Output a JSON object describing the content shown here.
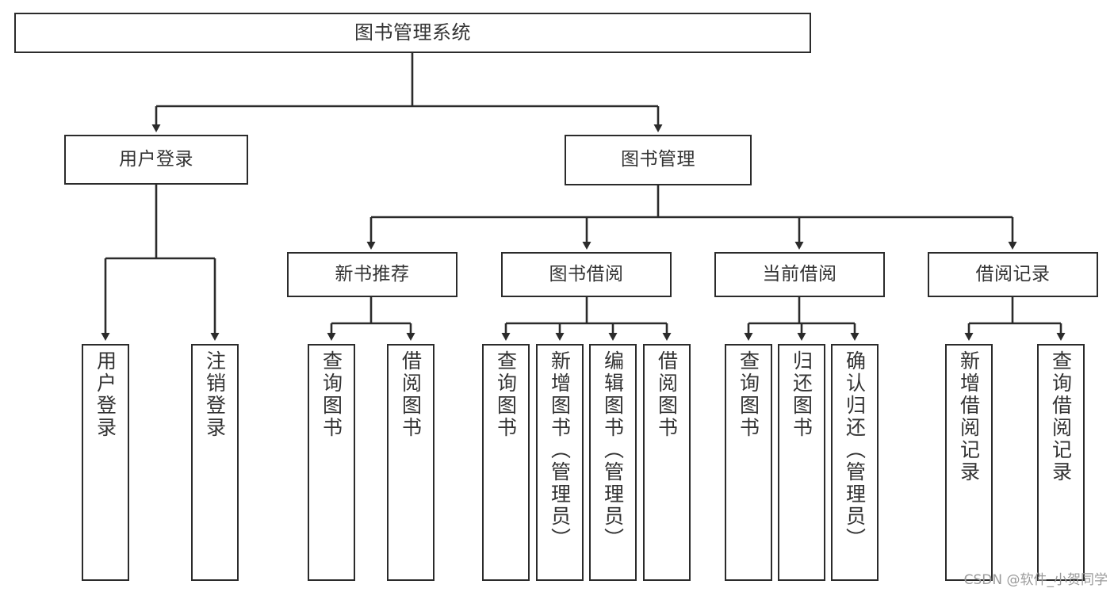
{
  "diagram": {
    "title": "图书管理系统",
    "type": "tree-hierarchy-function-structure",
    "stroke_color": "#2b2b2b",
    "text_color": "#333333",
    "background_color": "#ffffff"
  },
  "root": {
    "label": "图书管理系统"
  },
  "level1": [
    {
      "id": "user-login",
      "label": "用户登录"
    },
    {
      "id": "book-management",
      "label": "图书管理"
    }
  ],
  "level2": [
    {
      "id": "new-book-recommend",
      "label": "新书推荐",
      "parent": "book-management"
    },
    {
      "id": "book-borrow",
      "label": "图书借阅",
      "parent": "book-management"
    },
    {
      "id": "current-borrow",
      "label": "当前借阅",
      "parent": "book-management"
    },
    {
      "id": "borrow-record",
      "label": "借阅记录",
      "parent": "book-management"
    }
  ],
  "leaves": [
    {
      "id": "leaf-user-login",
      "label": "用户登录",
      "parent": "user-login"
    },
    {
      "id": "leaf-logout-login",
      "label": "注销登录",
      "parent": "user-login"
    },
    {
      "id": "leaf-query-book-1",
      "label": "查询图书",
      "parent": "new-book-recommend"
    },
    {
      "id": "leaf-borrow-book-1",
      "label": "借阅图书",
      "parent": "new-book-recommend"
    },
    {
      "id": "leaf-query-book-2",
      "label": "查询图书",
      "parent": "book-borrow"
    },
    {
      "id": "leaf-add-book",
      "label": "新增图书（管理员）",
      "parent": "book-borrow"
    },
    {
      "id": "leaf-edit-book",
      "label": "编辑图书（管理员）",
      "parent": "book-borrow"
    },
    {
      "id": "leaf-borrow-book-2",
      "label": "借阅图书",
      "parent": "book-borrow"
    },
    {
      "id": "leaf-query-book-3",
      "label": "查询图书",
      "parent": "current-borrow"
    },
    {
      "id": "leaf-return-book",
      "label": "归还图书",
      "parent": "current-borrow"
    },
    {
      "id": "leaf-confirm-return",
      "label": "确认归还（管理员）",
      "parent": "current-borrow"
    },
    {
      "id": "leaf-add-record",
      "label": "新增借阅记录",
      "parent": "borrow-record"
    },
    {
      "id": "leaf-query-record",
      "label": "查询借阅记录",
      "parent": "borrow-record"
    }
  ],
  "watermark": {
    "text": "CSDN @软件_小贺同学"
  }
}
